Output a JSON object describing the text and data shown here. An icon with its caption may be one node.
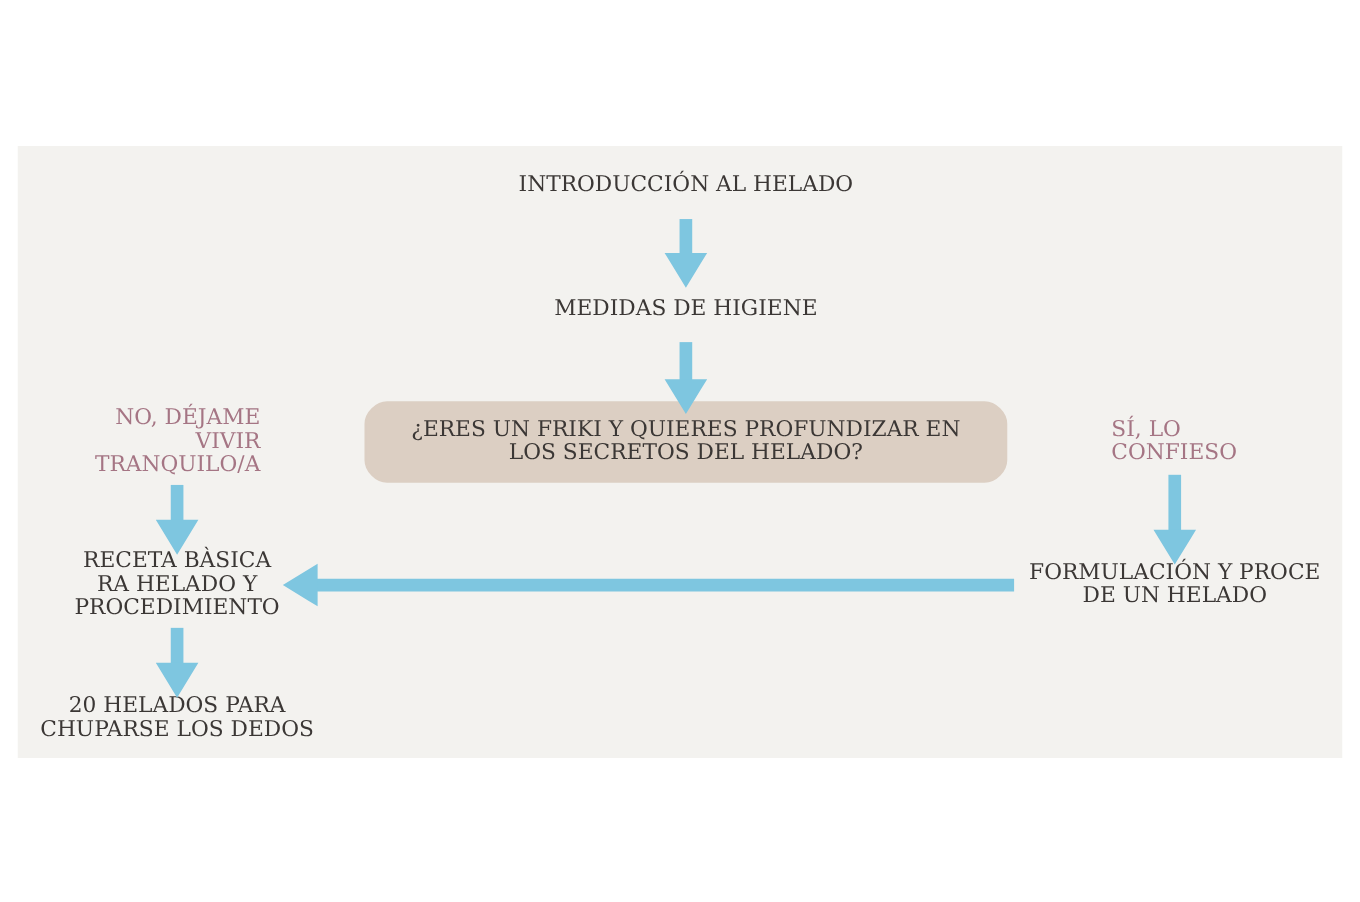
{
  "diagram": {
    "nodes": [
      {
        "text": [
          "INTRODUCCIÓN AL HELADO"
        ]
      },
      {
        "text": [
          "MEDIDAS DE HIGIENE"
        ]
      },
      {
        "text": [
          "¿ERES UN FRIKI Y QUIERES PROFUNDIZAR EN LOS SECRETOS DEL HELADO?"
        ]
      },
      {
        "text": [
          "NO, DÉJAME VIVIR TRANQUILO/A"
        ]
      },
      {
        "text": [
          "SÍ, LO CONFIESO"
        ]
      },
      {
        "text": [
          "RECETA BÀSICA RA HELADO Y PROCEDIMIENTO"
        ]
      },
      {
        "text": [
          "FORMULACIÓN Y PROCE DE UN HELADO"
        ]
      },
      {
        "text": [
          "20 HELADOS PARA CHUPARSE LOS DEDOS"
        ]
      }
    ],
    "edges": [
      {
        "from": 0,
        "to": 1,
        "arrow": "to"
      },
      {
        "from": 1,
        "to": 2,
        "arrow": "to"
      },
      {
        "from": 3,
        "to": 5,
        "arrow": "to"
      },
      {
        "from": 4,
        "to": 6,
        "arrow": "to"
      },
      {
        "from": 6,
        "to": 5,
        "arrow": "to"
      },
      {
        "from": 5,
        "to": 7,
        "arrow": "to"
      }
    ]
  }
}
